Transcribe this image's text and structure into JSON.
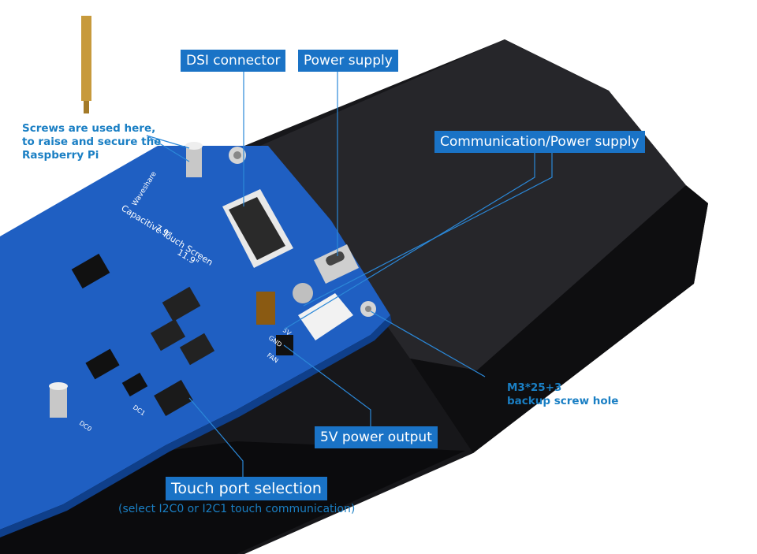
{
  "labels": {
    "dsi": "DSI connector",
    "power": "Power supply",
    "comm": "Communication/Power supply",
    "five_v": "5V power output",
    "touch_port": "Touch port selection",
    "touch_port_note": "(select I2C0 or I2C1 touch communication)"
  },
  "notes": {
    "screws_line1": "Screws are used here,",
    "screws_line2": "to raise and secure the",
    "screws_line3": "Raspberry Pi",
    "backup_line1": "M3*25+3",
    "backup_line2": "backup screw hole"
  },
  "board": {
    "brand": "Waveshare",
    "product_line1": "7.9\"",
    "product_line2": "Capacitive Touch Screen",
    "size_alt": "11.9\"",
    "pin_gnd": "GND",
    "pin_5v": "5V",
    "pin_fan": "FAN",
    "dc1": "DC1",
    "dc0": "DC0"
  },
  "colors": {
    "pcb": "#1f5fc2",
    "display": "#1c1c1e",
    "label_bg": "#1a73c6",
    "label_text": "#ffffff",
    "note_text": "#1a7fc4"
  }
}
